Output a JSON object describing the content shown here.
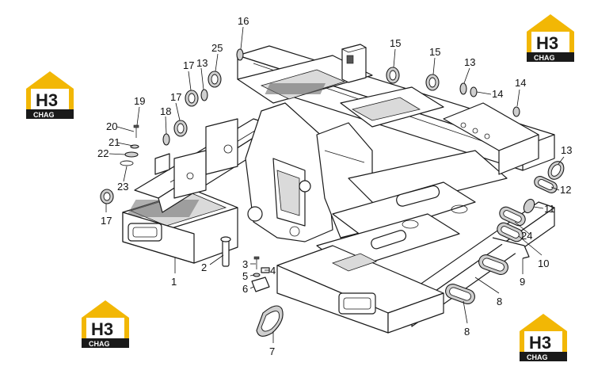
{
  "callouts": [
    "1",
    "2",
    "3",
    "4",
    "5",
    "6",
    "7",
    "8",
    "8",
    "9",
    "10",
    "11",
    "12",
    "13",
    "13",
    "13",
    "14",
    "14",
    "15",
    "15",
    "16",
    "17",
    "17",
    "17",
    "18",
    "19",
    "20",
    "21",
    "22",
    "23",
    "24",
    "25"
  ],
  "logo": {
    "main": "H3",
    "sub": "CHAG",
    "primary": "#f2b705",
    "dark": "#1a1a1a"
  },
  "colors": {
    "line": "#1a1a1a",
    "fill": "#ffffff",
    "shade": "#dadada"
  }
}
